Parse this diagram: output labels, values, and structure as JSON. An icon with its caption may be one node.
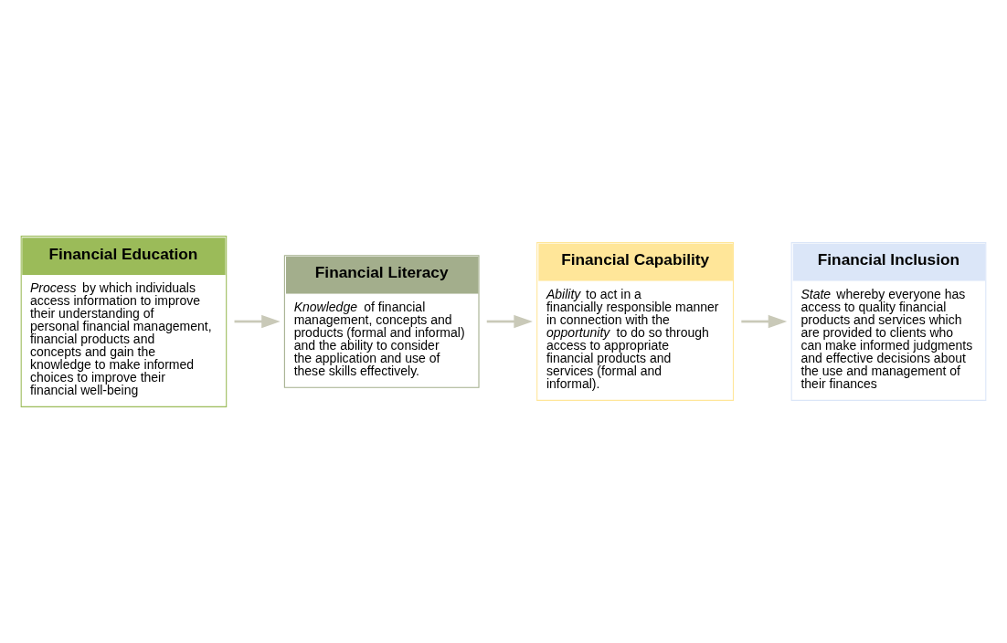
{
  "diagram": {
    "nodes": [
      {
        "text": [
          "Financial Education",
          "*Process* by which individuals access information to improve their understanding of personal financial management, financial products and concepts and gain the knowledge to make informed choices to improve their financial well-being"
        ]
      },
      {
        "text": [
          "Financial Literacy",
          "*Knowledge* of financial management, concepts and products (formal and informal) and the ability to consider the application and use of these skills effectively."
        ]
      },
      {
        "text": [
          "Financial Capability",
          "*Ability* to act in a financially responsible manner in connection with the *opportunity* to do so through access to appropriate financial products and services (formal and informal)."
        ]
      },
      {
        "text": [
          "Financial Inclusion",
          "*State* whereby everyone has access to quality financial products and services which are provided to clients who can make informed judgments and effective decisions about the use and management of their finances"
        ]
      }
    ],
    "edges": [
      {
        "from": 0,
        "to": 1,
        "arrow": "to"
      },
      {
        "from": 1,
        "to": 2,
        "arrow": "to"
      },
      {
        "from": 2,
        "to": 3,
        "arrow": "to"
      }
    ]
  }
}
